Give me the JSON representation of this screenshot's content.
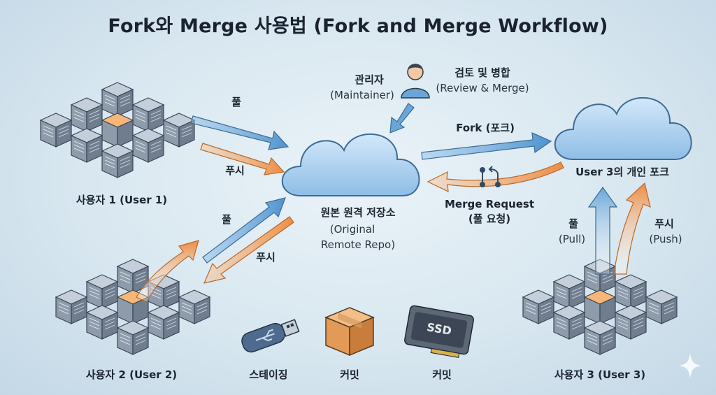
{
  "title": "Fork와 Merge 사용법 (Fork and Merge Workflow)",
  "users": {
    "user1": "사용자 1 (User 1)",
    "user2": "사용자 2 (User 2)",
    "user3": "사용자 3 (User 3)"
  },
  "arrows": {
    "u1_pull": "풀",
    "u1_push": "푸시",
    "u2_pull": "풀",
    "u2_push": "푸시",
    "fork": "Fork (포크)",
    "merge_request_1": "Merge Request",
    "merge_request_2": "(풀 요청)",
    "u3_pull_1": "풀",
    "u3_pull_2": "(Pull)",
    "u3_push_1": "푸시",
    "u3_push_2": "(Push)"
  },
  "maintainer": {
    "label_1": "관리자",
    "label_2": "(Maintainer)",
    "action_1": "검토 및 병합",
    "action_2": "(Review & Merge)"
  },
  "origin_repo": {
    "label_1": "원본 원격 저장소",
    "label_2": "(Original",
    "label_3": "Remote Repo)"
  },
  "fork_repo": {
    "label": "User 3의 개인 포크"
  },
  "items": {
    "usb": {
      "label": "스테이징",
      "icon": "usb-drive-icon"
    },
    "box": {
      "label": "커밋",
      "icon": "package-box-icon"
    },
    "ssd": {
      "label": "커밋",
      "icon": "ssd-icon",
      "text": "SSD"
    }
  },
  "colors": {
    "blue_arrow": "#6aa6d8",
    "orange_arrow": "#f0a366",
    "cloud": "#a9cdee",
    "cube": "#8e9bab",
    "highlight_cube": "#f2a35c"
  }
}
